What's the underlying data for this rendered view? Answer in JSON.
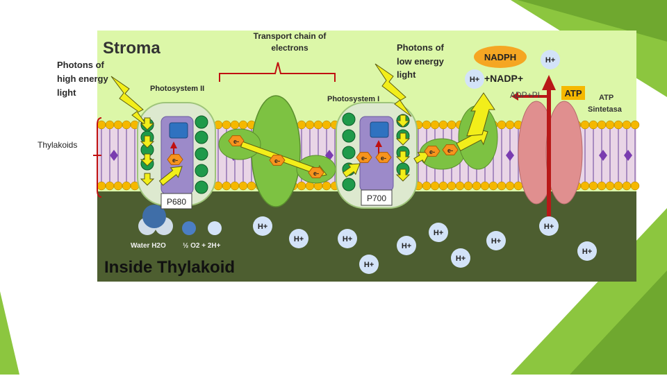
{
  "slide": {
    "stroma_title": "Stroma",
    "inside_title": "Inside Thylakoid",
    "transport_chain": [
      "Transport chain of",
      "electrons"
    ],
    "photons_high": [
      "Photons of",
      "high energy",
      "light"
    ],
    "photons_low": [
      "Photons of",
      "low energy",
      "light"
    ],
    "thylakoids_label": "Thylakoids",
    "photosystem_ii": "Photosystem II",
    "photosystem_i": "Photosystem I",
    "p680": "P680",
    "p700": "P700",
    "nadph": "NADPH",
    "nadp_reaction": "+NADP+",
    "adp_pi": "ADP+PI",
    "atp": "ATP",
    "atp_synthase": [
      "ATP",
      "Sintetasa"
    ],
    "water": "Water H2O",
    "oxygen_products": "½ O2 + 2H+",
    "electron": "e-",
    "proton": "H+"
  },
  "colors": {
    "stroma_bg": "#dcf7a8",
    "lumen_bg": "#4d5e30",
    "accent_green": "#8cc63f",
    "lipid_head": "#f5b800",
    "lipid_tail": "#a88bc0",
    "protein_green": "#7dc242",
    "atp_synthase": "#e08f8f",
    "electron_hex": "#f7941d",
    "arrow_yellow": "#f2ee1a",
    "arrow_red": "#b81818",
    "nadph_oval": "#f5a623",
    "proton_circle": "#d3e3f8"
  }
}
